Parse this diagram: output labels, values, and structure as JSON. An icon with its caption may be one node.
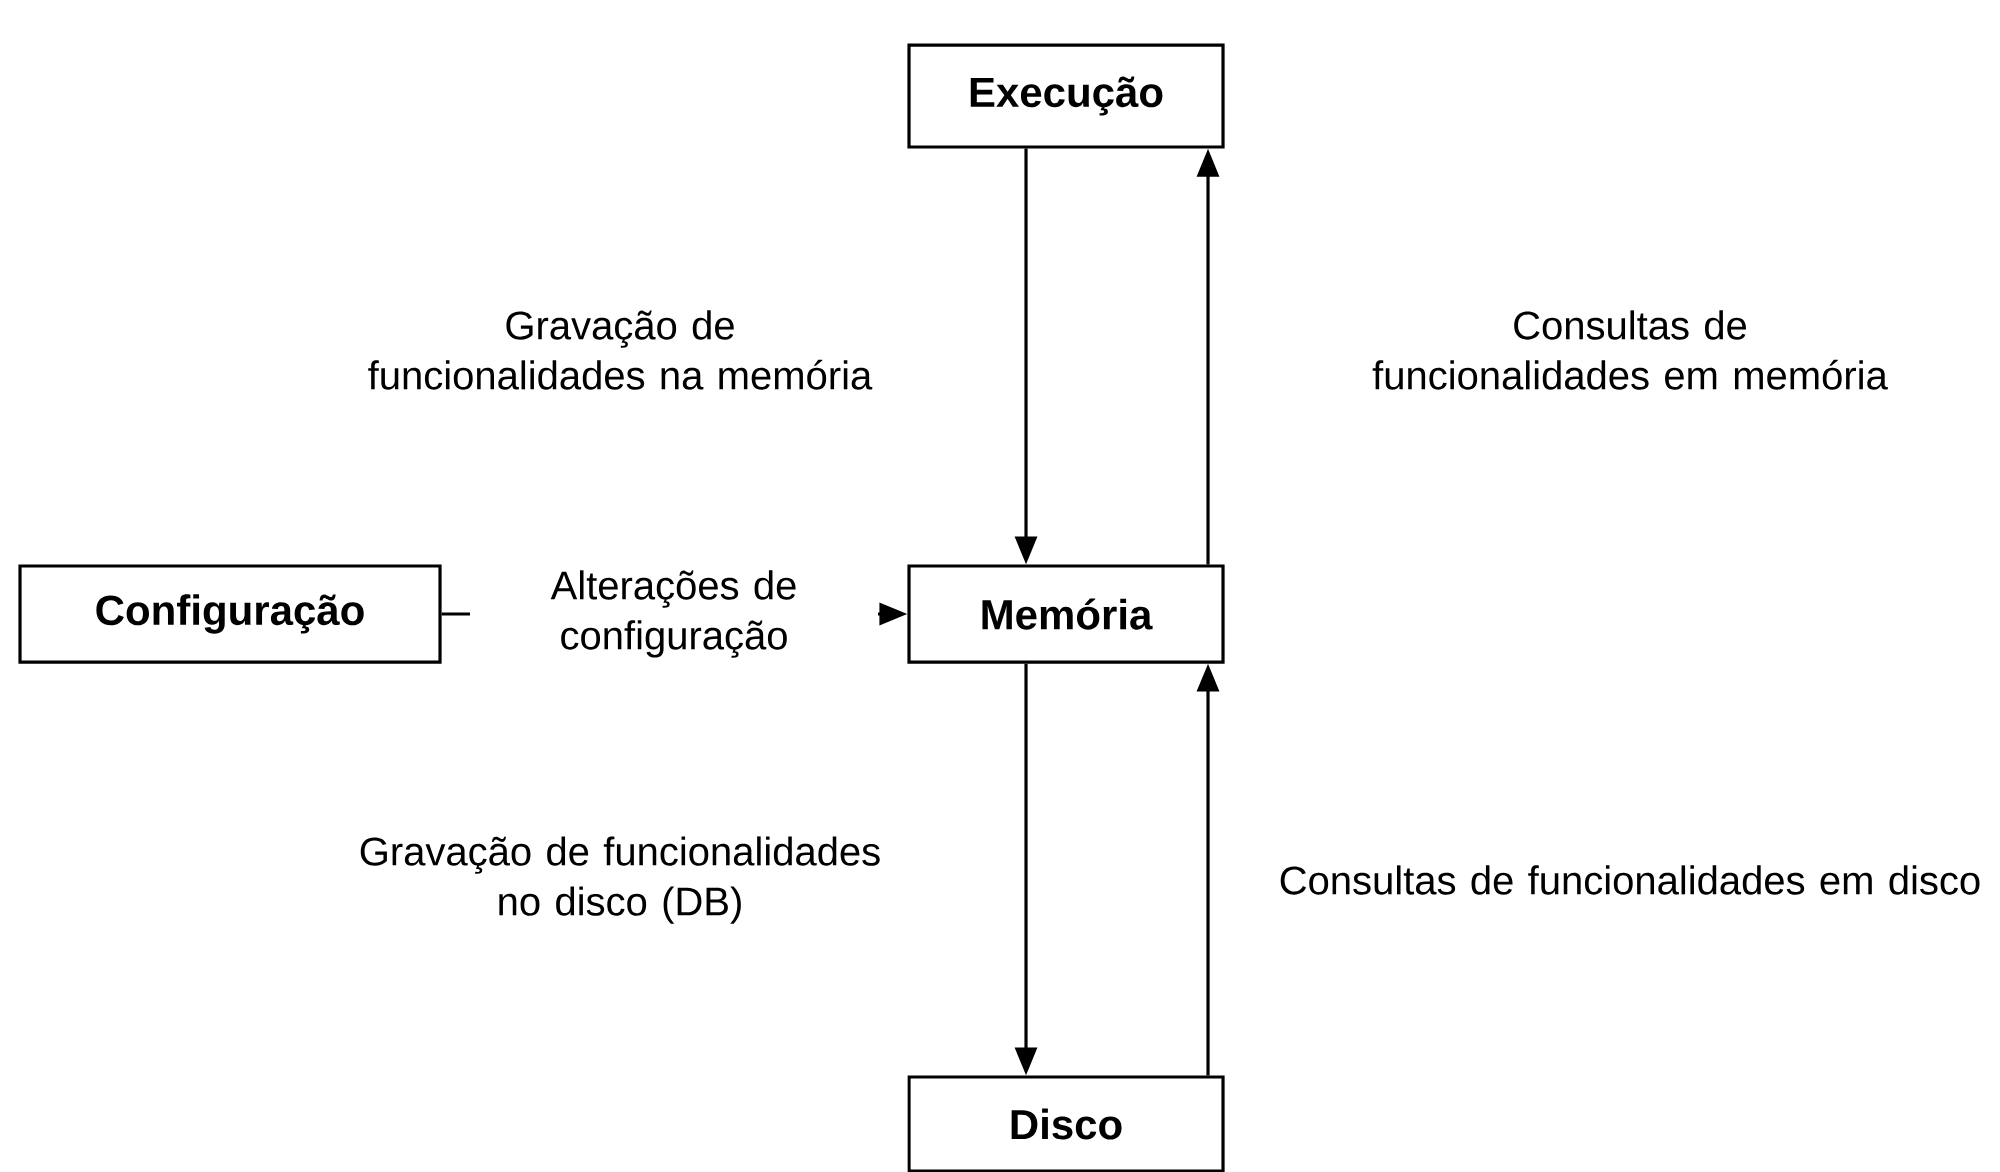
{
  "diagram": {
    "nodes": [
      {
        "text": [
          "Execução"
        ]
      },
      {
        "text": [
          "Configuração"
        ]
      },
      {
        "text": [
          "Memória"
        ]
      },
      {
        "text": [
          "Disco"
        ]
      }
    ],
    "edges": [
      {
        "from": 0,
        "to": 2,
        "arrow": "to",
        "label": "Gravação de funcionalidades na memória"
      },
      {
        "from": 2,
        "to": 0,
        "arrow": "to",
        "label": "Consultas de funcionalidades em memória"
      },
      {
        "from": 1,
        "to": 2,
        "arrow": "to",
        "label": "Alterações de configuração"
      },
      {
        "from": 2,
        "to": 3,
        "arrow": "to",
        "label": "Gravação de funcionalidades no disco (DB)"
      },
      {
        "from": 3,
        "to": 2,
        "arrow": "to",
        "label": "Consultas de funcionalidades em disco"
      }
    ]
  }
}
